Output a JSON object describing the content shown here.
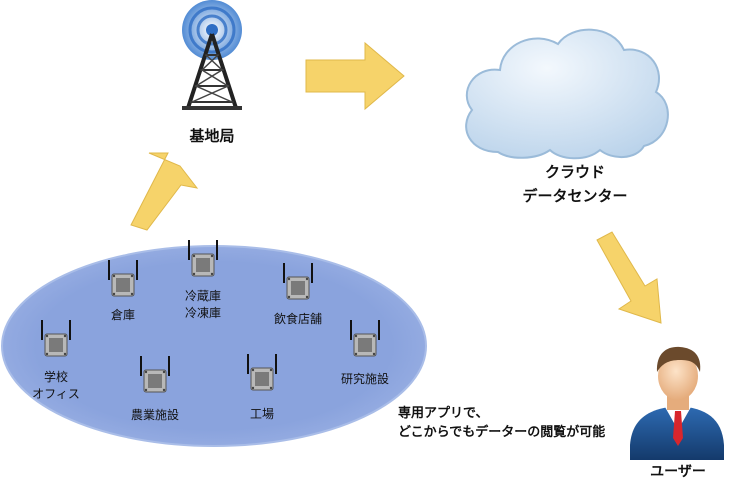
{
  "nodes": {
    "base_station": "基地局",
    "cloud_line1": "クラウド",
    "cloud_line2": "データセンター",
    "user": "ユーザー",
    "note_line1": "専用アプリで、",
    "note_line2": "どこからでもデーターの閲覧が可能"
  },
  "sensors": {
    "warehouse": "倉庫",
    "cold1": "冷蔵庫",
    "cold2": "冷凍庫",
    "restaurant": "飲食店舗",
    "school1": "学校",
    "school2": "オフィス",
    "research": "研究施設",
    "agri": "農業施設",
    "factory": "工場"
  },
  "colors": {
    "arrow": "#f6d36a",
    "ellipse": "#8ea6dd",
    "cloud": "#c9def0",
    "suit": "#1f4f8c"
  }
}
